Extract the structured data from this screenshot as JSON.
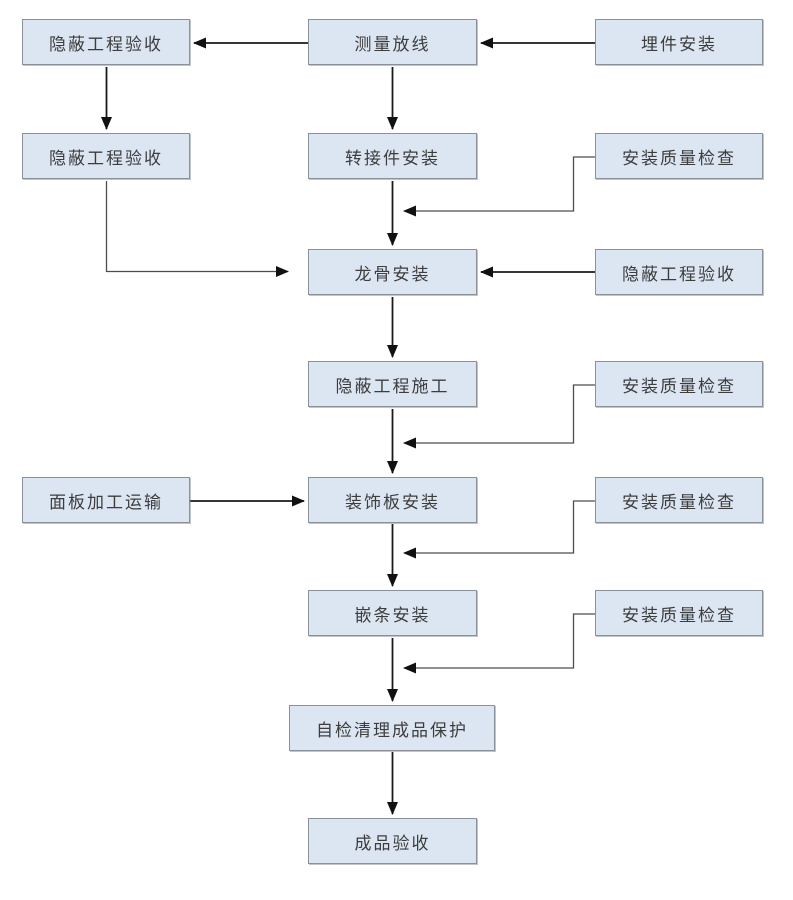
{
  "diagram": {
    "type": "flowchart",
    "background_color": "#ffffff",
    "node_fill_color": "#dce6f2",
    "node_border_color": "#8b9199",
    "arrow_color": "#1a1a1a",
    "text_color": "#3d3d3d",
    "nodes": {
      "yb1": {
        "label": "隐蔽工程验收"
      },
      "cl": {
        "label": "测量放线"
      },
      "mj": {
        "label": "埋件安装"
      },
      "yb2": {
        "label": "隐蔽工程验收"
      },
      "zjj": {
        "label": "转接件安装"
      },
      "azjc1": {
        "label": "安装质量检查"
      },
      "lg": {
        "label": "龙骨安装"
      },
      "yb3": {
        "label": "隐蔽工程验收"
      },
      "ybsg": {
        "label": "隐蔽工程施工"
      },
      "azjc2": {
        "label": "安装质量检查"
      },
      "mb": {
        "label": "面板加工运输"
      },
      "zsb": {
        "label": "装饰板安装"
      },
      "azjc3": {
        "label": "安装质量检查"
      },
      "qt": {
        "label": "嵌条安装"
      },
      "azjc4": {
        "label": "安装质量检查"
      },
      "zj": {
        "label": "自检清理成品保护"
      },
      "cp": {
        "label": "成品验收"
      }
    },
    "edges": [
      {
        "from": "埋件安装",
        "to": "测量放线",
        "shape": "straight-left"
      },
      {
        "from": "测量放线",
        "to": "隐蔽工程验收(上左)",
        "shape": "straight-left"
      },
      {
        "from": "隐蔽工程验收(上左)",
        "to": "隐蔽工程验收(左2)",
        "shape": "straight-down"
      },
      {
        "from": "测量放线",
        "to": "转接件安装",
        "shape": "straight-down"
      },
      {
        "from": "转接件安装",
        "to": "龙骨安装",
        "shape": "straight-down"
      },
      {
        "from": "安装质量检查(2行)",
        "to": "转接件安装→龙骨安装 连线",
        "shape": "elbow-left"
      },
      {
        "from": "隐蔽工程验收(左2)",
        "to": "龙骨安装",
        "shape": "elbow-down-right"
      },
      {
        "from": "隐蔽工程验收(3行)",
        "to": "龙骨安装",
        "shape": "straight-left"
      },
      {
        "from": "龙骨安装",
        "to": "隐蔽工程施工",
        "shape": "straight-down"
      },
      {
        "from": "安装质量检查(4行)",
        "to": "隐蔽工程施工→装饰板安装 连线",
        "shape": "elbow-left"
      },
      {
        "from": "隐蔽工程施工",
        "to": "装饰板安装",
        "shape": "straight-down"
      },
      {
        "from": "面板加工运输",
        "to": "装饰板安装",
        "shape": "straight-right"
      },
      {
        "from": "装饰板安装",
        "to": "嵌条安装",
        "shape": "straight-down"
      },
      {
        "from": "安装质量检查(5行)",
        "to": "装饰板安装→嵌条安装 连线",
        "shape": "elbow-left"
      },
      {
        "from": "嵌条安装",
        "to": "自检清理成品保护",
        "shape": "straight-down"
      },
      {
        "from": "安装质量检查(6行)",
        "to": "嵌条安装→自检清理成品保护 连线",
        "shape": "elbow-left"
      },
      {
        "from": "自检清理成品保护",
        "to": "成品验收",
        "shape": "straight-down"
      }
    ]
  }
}
